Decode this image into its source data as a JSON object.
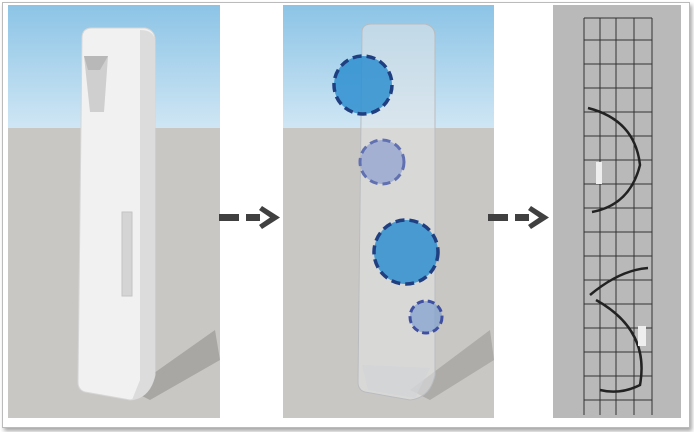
{
  "figure": {
    "panels": [
      {
        "id": "solid-tower-render"
      },
      {
        "id": "transparent-tower-with-openings"
      },
      {
        "id": "wire-mesh-tower-photo"
      }
    ],
    "colors": {
      "sky": "#a9d3ec",
      "ground": "#c8c6c3",
      "highlight_circle": "#2f8fd0",
      "highlight_circle_small": "#8f9fd0",
      "arrow": "#404040"
    }
  }
}
